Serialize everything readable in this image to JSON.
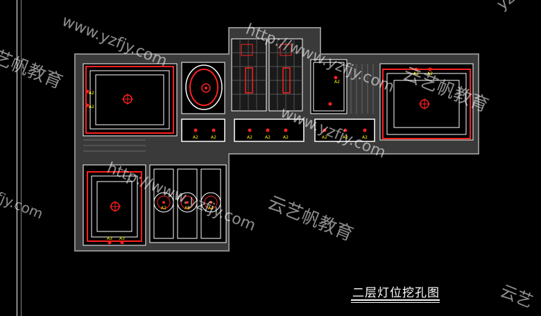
{
  "drawing": {
    "title": "二层灯位挖孔图",
    "light_label": "A2",
    "light_label_alt": "A3",
    "colors": {
      "background": "#000000",
      "wall": "#8c8c8c",
      "outline": "#ffffff",
      "highlight": "#ff2020",
      "label": "#ffff00"
    }
  },
  "watermarks": {
    "url": "http://www.yzfjy.com",
    "url_short": "www.yzfjy.com",
    "brand": "云艺帆教育",
    "fragment_tr": "yzfjy",
    "fragment_left": "fjy.com",
    "fragment_left2": "艺帆教育",
    "fragment_br": "云艺"
  }
}
